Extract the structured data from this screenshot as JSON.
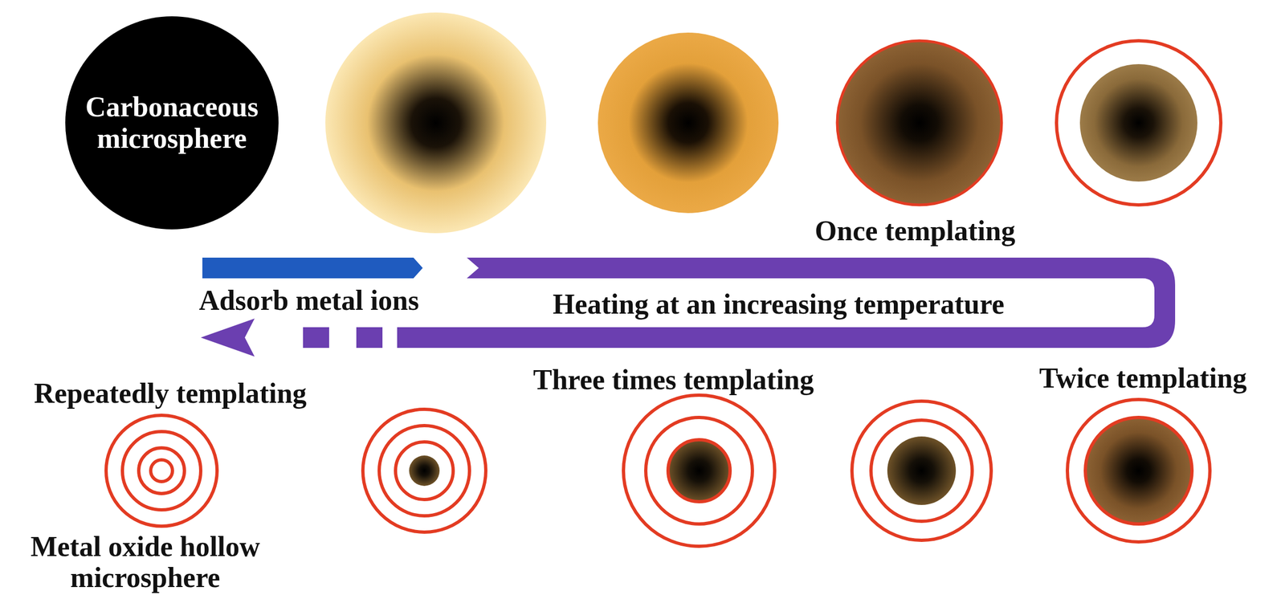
{
  "diagram": {
    "nodes": [
      {
        "text": [
          "Carbonaceous microsphere"
        ]
      }
    ],
    "labels": [
      "Once templating",
      "Adsorb metal ions",
      "Heating at an increasing temperature",
      "Repeatedly templating",
      "Three times templating",
      "Twice templating",
      "Metal oxide hollow microsphere"
    ]
  }
}
